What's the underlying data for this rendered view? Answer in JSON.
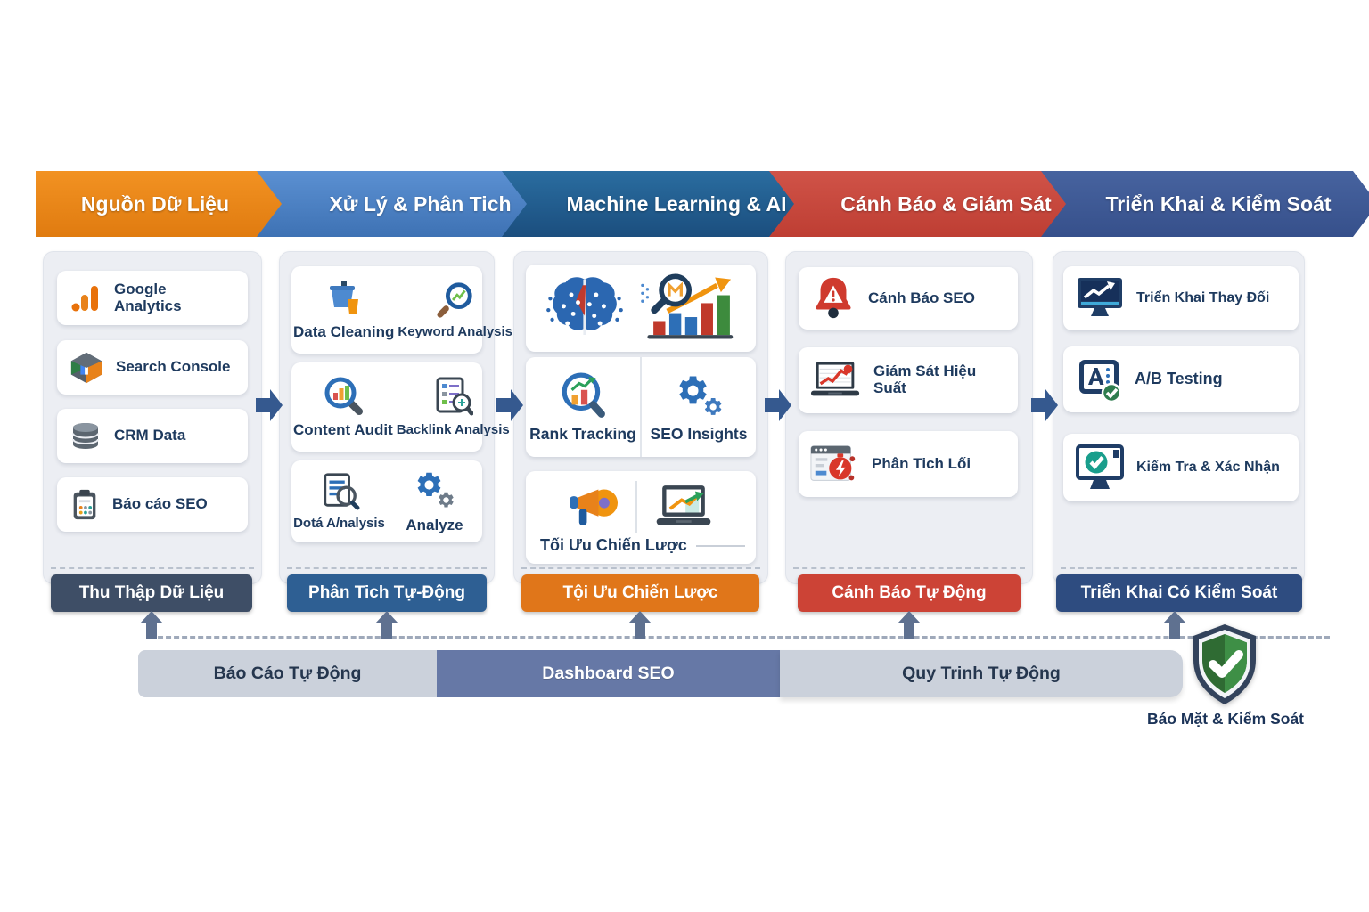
{
  "stages": [
    {
      "header": "Nguồn Dữ Liệu",
      "footer": "Thu Thập Dữ Liệu",
      "items": [
        {
          "icon": "google-analytics-icon",
          "label": "Google Analytics"
        },
        {
          "icon": "search-console-icon",
          "label": "Search Console"
        },
        {
          "icon": "database-icon",
          "label": "CRM Data"
        },
        {
          "icon": "seo-report-icon",
          "label": "Báo cáo SEO"
        }
      ]
    },
    {
      "header": "Xử Lý & Phân Tich",
      "footer": "Phân Tich Tự-Động",
      "cards": [
        {
          "items": [
            {
              "icon": "data-cleaning-icon",
              "label": "Data Cleaning"
            },
            {
              "icon": "keyword-analysis-icon",
              "label": "Keyword Analysis"
            }
          ]
        },
        {
          "items": [
            {
              "icon": "content-audit-icon",
              "label": "Content Audit"
            },
            {
              "icon": "backlink-analysis-icon",
              "label": "Backlink Analysis"
            }
          ]
        },
        {
          "items": [
            {
              "icon": "data-analysis-icon",
              "label": "Dotá A/nalysis"
            },
            {
              "icon": "analyze-gears-icon",
              "label": "Analyze"
            }
          ]
        }
      ]
    },
    {
      "header": "Machine Learning & AI",
      "footer": "Tội Ưu Chiến Lược",
      "cards": [
        {
          "items": [
            {
              "icon": "ai-brain-icon"
            },
            {
              "icon": "ml-chart-search-icon"
            }
          ]
        },
        {
          "items": [
            {
              "icon": "rank-tracking-icon",
              "label": "Rank Tracking"
            },
            {
              "icon": "seo-insights-gears-icon",
              "label": "SEO Insights"
            }
          ]
        },
        {
          "items": [
            {
              "icon": "megaphone-icon"
            },
            {
              "icon": "laptop-growth-icon"
            }
          ],
          "label": "Tối Ưu Chiến Lược"
        }
      ]
    },
    {
      "header": "Cánh Báo & Giám Sát",
      "footer": "Cánh Báo Tự Động",
      "items": [
        {
          "icon": "alert-bell-icon",
          "label": "Cánh Báo SEO"
        },
        {
          "icon": "performance-monitor-icon",
          "label": "Giám Sát Hiệu Suất"
        },
        {
          "icon": "error-analysis-icon",
          "label": "Phân Tich Lối"
        }
      ]
    },
    {
      "header": "Triển Khai & Kiểm Soát",
      "footer": "Triển Khai Có Kiểm Soát",
      "items": [
        {
          "icon": "deploy-monitor-icon",
          "label": "Triển Khai Thay Đối"
        },
        {
          "icon": "ab-testing-icon",
          "label": "A/B Testing"
        },
        {
          "icon": "verify-monitor-icon",
          "label": "Kiểm Tra & Xác Nhận"
        }
      ]
    }
  ],
  "bottom_bar": {
    "segments": [
      {
        "label": "Báo Cáo Tự Động"
      },
      {
        "label": "Dashboard SEO"
      },
      {
        "label": "Quy Trinh Tự Động"
      }
    ]
  },
  "security": {
    "icon": "shield-check-icon",
    "label": "Báo Mặt & Kiểm Soát"
  },
  "colors": {
    "stage_header": [
      "#EC8614",
      "#4A80C4",
      "#1F5A88",
      "#C84539",
      "#3D5B99"
    ],
    "stage_footer": [
      "#3E4E66",
      "#2E5F93",
      "#E0761A",
      "#CC4336",
      "#2E4C80"
    ],
    "bottom_segments": [
      "#CBD1DB",
      "#6678A6",
      "#CBD1DB"
    ],
    "connector_arrow": "#35598F",
    "shield_green": "#2E7D3A"
  }
}
